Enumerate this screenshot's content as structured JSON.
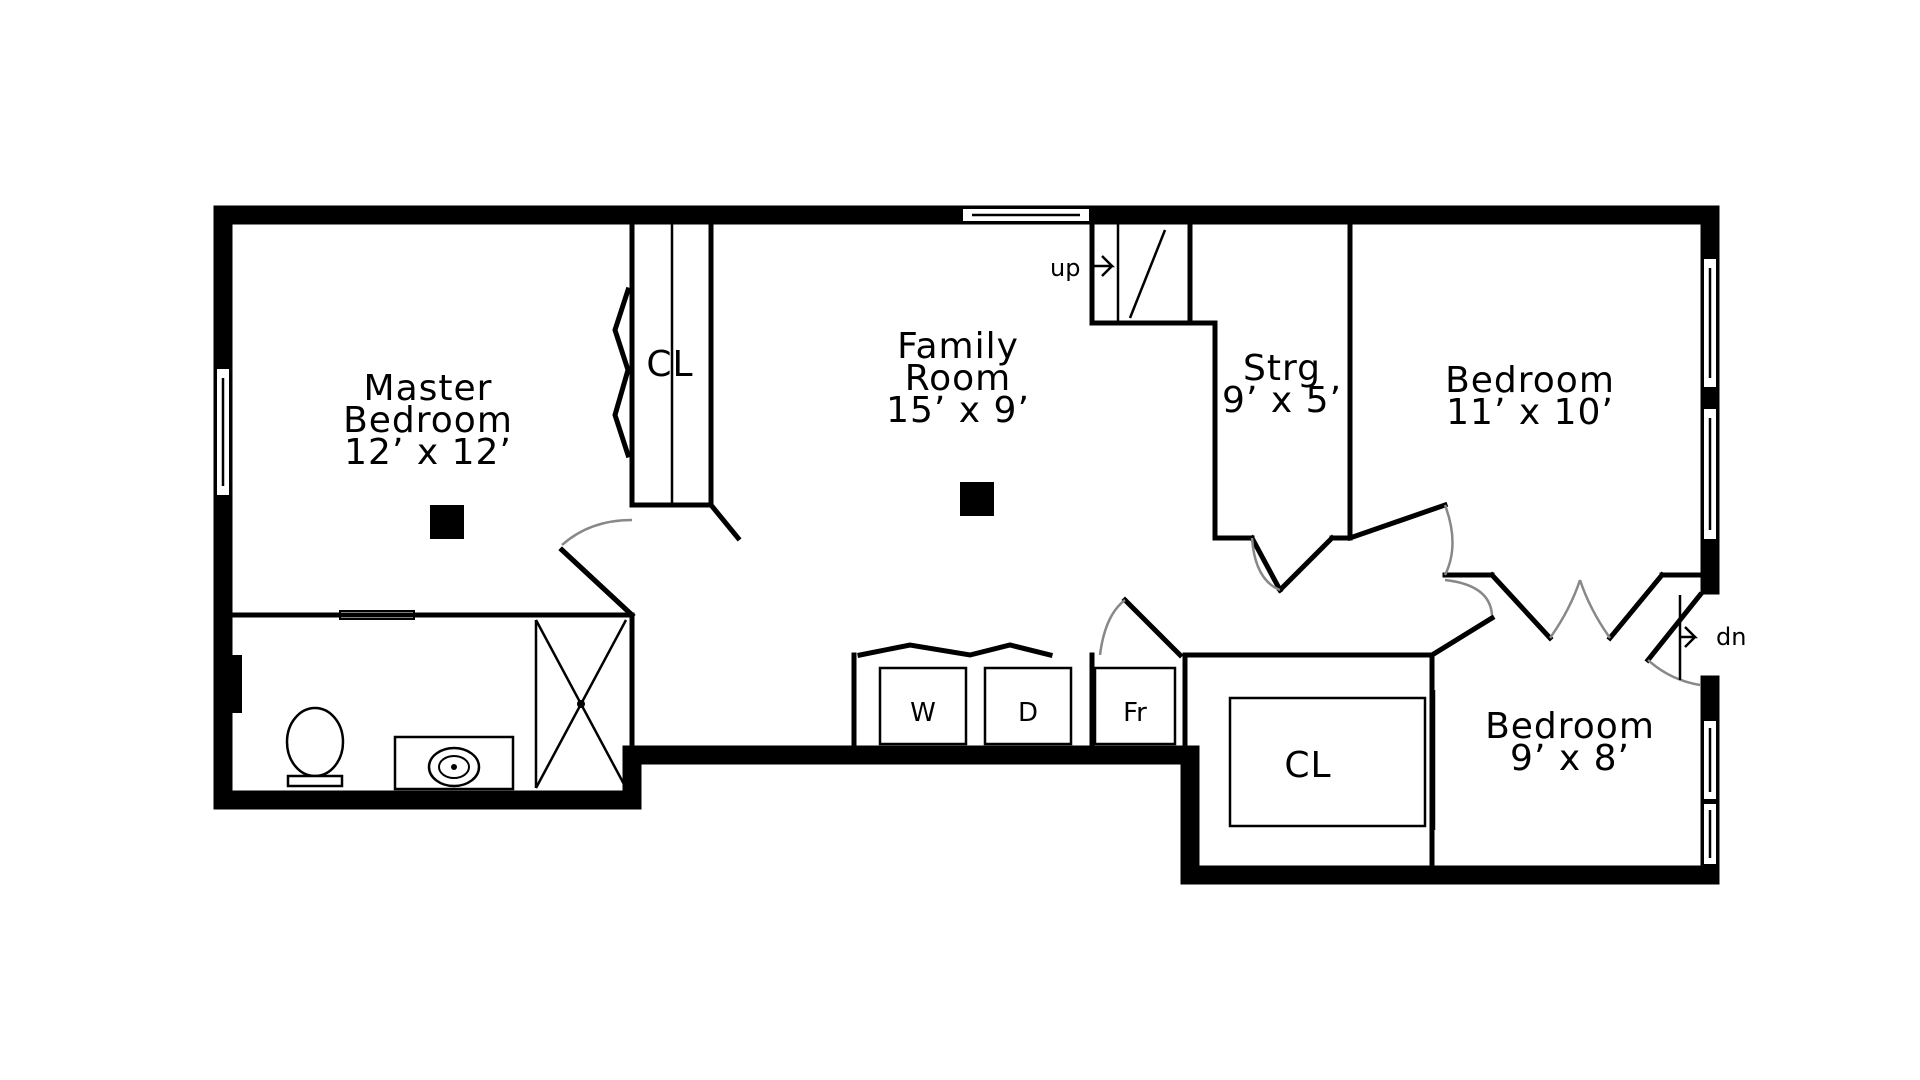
{
  "rooms": {
    "master": {
      "name_line1": "Master",
      "name_line2": "Bedroom",
      "size": "12’ x 12’"
    },
    "family": {
      "name_line1": "Family",
      "name_line2": "Room",
      "size": "15’ x 9’"
    },
    "storage": {
      "name": "Strg",
      "size": "9’ x 5’"
    },
    "bedroom_upper": {
      "name": "Bedroom",
      "size": "11’ x 10’"
    },
    "bedroom_lower": {
      "name": "Bedroom",
      "size": "9’ x 8’"
    }
  },
  "closets": {
    "master_closet": "CL",
    "hall_closet": "CL"
  },
  "appliances": {
    "washer": "W",
    "dryer": "D",
    "fridge": "Fr"
  },
  "stairs": {
    "up": "up",
    "down": "dn"
  }
}
